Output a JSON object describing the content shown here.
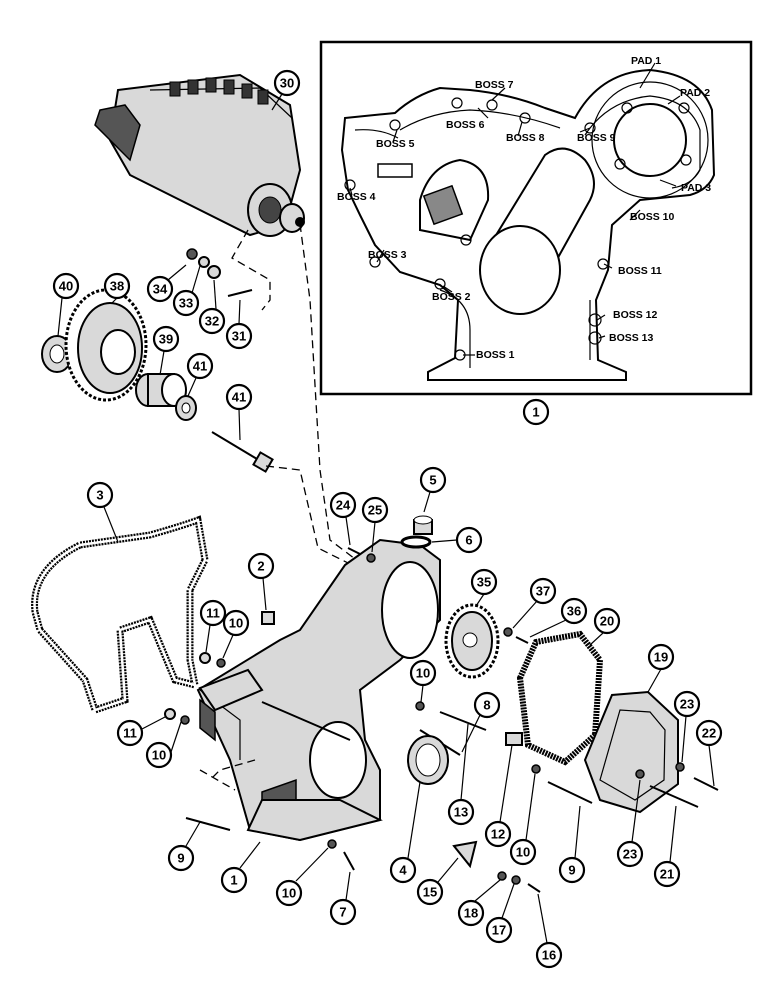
{
  "inset": {
    "labels": [
      "PAD 1",
      "PAD 2",
      "PAD 3",
      "BOSS 7",
      "BOSS 6",
      "BOSS 8",
      "BOSS 9",
      "BOSS 5",
      "BOSS 4",
      "BOSS 10",
      "BOSS 3",
      "BOSS 11",
      "BOSS 2",
      "BOSS 12",
      "BOSS 13",
      "BOSS 1"
    ],
    "caption_callout": "1"
  },
  "callouts": [
    "30",
    "34",
    "33",
    "32",
    "31",
    "40",
    "38",
    "39",
    "41",
    "41",
    "3",
    "24",
    "25",
    "5",
    "6",
    "2",
    "11",
    "10",
    "35",
    "37",
    "36",
    "20",
    "19",
    "10",
    "8",
    "11",
    "10",
    "23",
    "22",
    "13",
    "12",
    "10",
    "9",
    "4",
    "9",
    "23",
    "21",
    "1",
    "10",
    "7",
    "15",
    "18",
    "17",
    "16"
  ]
}
